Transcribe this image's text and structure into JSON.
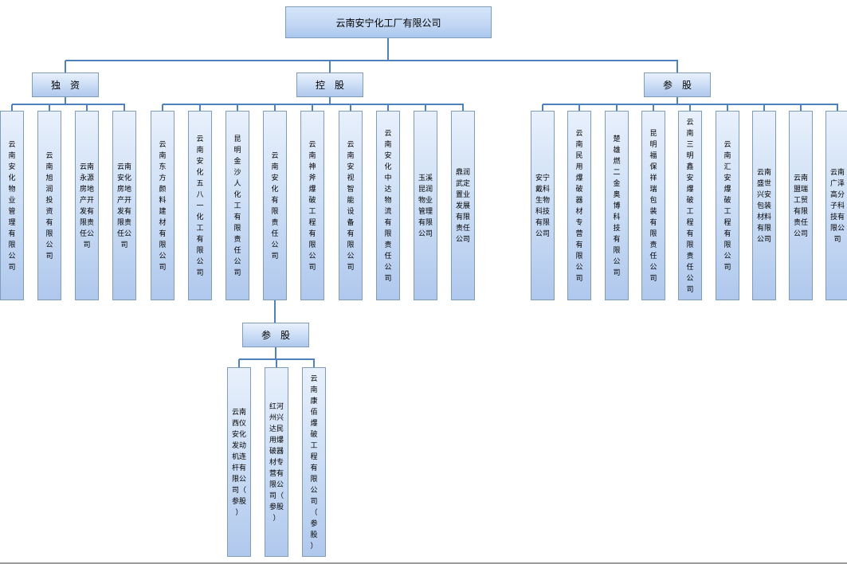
{
  "root": {
    "label": "云南安宁化工厂有限公司"
  },
  "branches": [
    {
      "label": "独　资",
      "children": [
        {
          "name": "云南安化物业管理有限公司",
          "cols": 1
        },
        {
          "name": "云南旭润投资有限公司",
          "cols": 1
        },
        {
          "name": "云南永源房地产开发有限责任公司",
          "cols": 2
        },
        {
          "name": "云南安化房地产开发有限责任公司",
          "cols": 2
        }
      ]
    },
    {
      "label": "控　股",
      "children": [
        {
          "name": "云南东方颜料建材有限公司",
          "cols": 1
        },
        {
          "name": "云南安化五八一化工有限公司",
          "cols": 1
        },
        {
          "name": "昆明金沙人化工有限责任公司",
          "cols": 1
        },
        {
          "name": "云南安化有限责任公司",
          "cols": 1
        },
        {
          "name": "云南神斧爆破工程有限公司",
          "cols": 1
        },
        {
          "name": "云南安视智能设备有限公司",
          "cols": 1
        },
        {
          "name": "云南安化中达物流有限责任公司",
          "cols": 1
        },
        {
          "name": "玉溪昆润物业管理有限公司",
          "cols": 2
        },
        {
          "name": "鼎润武定置业发展有限责任公司",
          "cols": 2
        }
      ]
    },
    {
      "label": "参　股",
      "children": [
        {
          "name": "安宁戴科生物科技有限公司",
          "cols": 2
        },
        {
          "name": "云南民用爆破器材专营有限公司",
          "cols": 1
        },
        {
          "name": "楚雄燃二金奥博科技有限公司",
          "cols": 1
        },
        {
          "name": "昆明福保祥瑞包装有限责任公司",
          "cols": 1
        },
        {
          "name": "云南三明鑫安爆破工程有限责任公司",
          "cols": 1
        },
        {
          "name": "云南汇安爆破工程有限公司",
          "cols": 1
        },
        {
          "name": "云南盛世兴安包装材料有限公司",
          "cols": 2
        },
        {
          "name": "云南盟瑞工贸有限责任公司",
          "cols": 2
        },
        {
          "name": "云南广泽高分子科技有限公司",
          "cols": 2
        }
      ]
    }
  ],
  "sub_branch": {
    "parent": "云南安化有限责任公司",
    "label": "参　股",
    "children": [
      {
        "name": "云南西仪安化发动机连杆有限公司（参股）",
        "cols": 2
      },
      {
        "name": "红河州兴达民用爆破器材专营有限公司（参股）",
        "cols": 2
      },
      {
        "name": "云南康佰爆破工程有限公司（参股）",
        "cols": 1
      }
    ]
  },
  "colors": {
    "connector": "#4f81bd",
    "box_border": "#7f9db9",
    "box_fill_top": "#e8f0fc",
    "box_fill_bottom": "#b0c8ed"
  }
}
